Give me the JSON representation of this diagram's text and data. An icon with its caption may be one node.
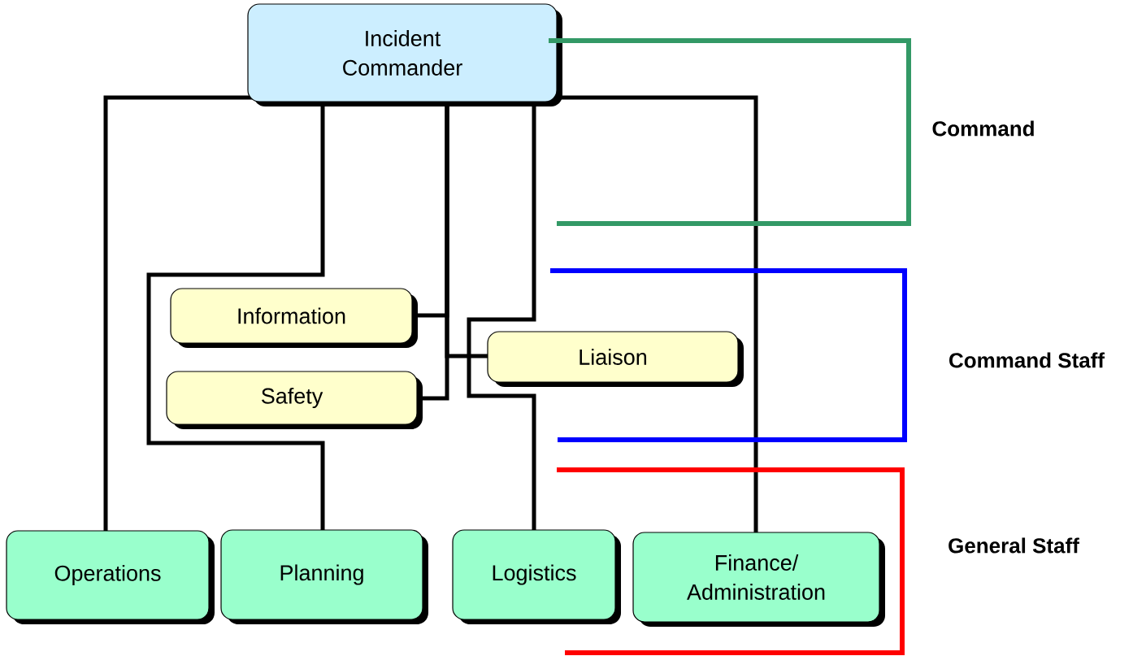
{
  "diagram": {
    "nodes": [
      {
        "text": [
          "Incident Commander"
        ]
      },
      {
        "text": [
          "Information"
        ]
      },
      {
        "text": [
          "Safety"
        ]
      },
      {
        "text": [
          "Liaison"
        ]
      },
      {
        "text": [
          "Operations"
        ]
      },
      {
        "text": [
          "Planning"
        ]
      },
      {
        "text": [
          "Logistics"
        ]
      },
      {
        "text": [
          "Finance/ Administration"
        ]
      }
    ],
    "edges": [
      {
        "from": 0,
        "to": 1,
        "arrow": "none"
      },
      {
        "from": 0,
        "to": 2,
        "arrow": "none"
      },
      {
        "from": 0,
        "to": 3,
        "arrow": "none"
      },
      {
        "from": 0,
        "to": 4,
        "arrow": "none"
      },
      {
        "from": 0,
        "to": 5,
        "arrow": "none"
      },
      {
        "from": 0,
        "to": 6,
        "arrow": "none"
      },
      {
        "from": 0,
        "to": 7,
        "arrow": "none"
      }
    ],
    "labels": [
      "Command",
      "Command Staff",
      "General Staff"
    ]
  }
}
